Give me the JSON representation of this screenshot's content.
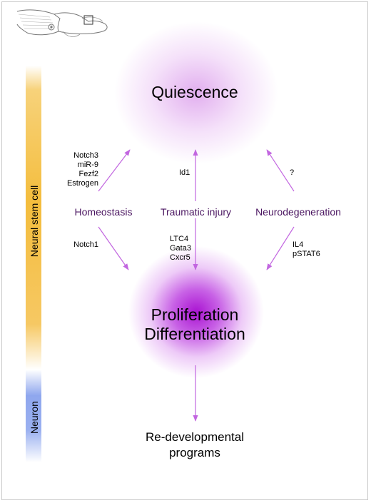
{
  "side_labels": {
    "stem": "Neural stem cell",
    "neuron": "Neuron"
  },
  "states": {
    "quiescence": "Quiescence",
    "proliferation": [
      "Proliferation",
      "Differentiation"
    ]
  },
  "conditions": {
    "homeostasis": "Homeostasis",
    "traumatic": "Traumatic injury",
    "neurodegeneration": "Neurodegeneration"
  },
  "factors": {
    "homeostasis_to_quiescence": [
      "Notch3",
      "miR-9",
      "Fezf2",
      "Estrogen"
    ],
    "traumatic_to_quiescence": [
      "Id1"
    ],
    "neurodegeneration_to_quiescence": [
      "?"
    ],
    "homeostasis_to_proliferation": [
      "Notch1"
    ],
    "traumatic_to_proliferation": [
      "LTC4",
      "Gata3",
      "Cxcr5"
    ],
    "neurodegeneration_to_proliferation": [
      "IL4",
      "pSTAT6"
    ]
  },
  "outcome": [
    "Re-developmental",
    "programs"
  ],
  "colors": {
    "arrow": "#c266e0",
    "condition_text": "#4a1560",
    "stem_bar": "#f4bd3d",
    "neuron_bar": "#8fa7ee"
  }
}
